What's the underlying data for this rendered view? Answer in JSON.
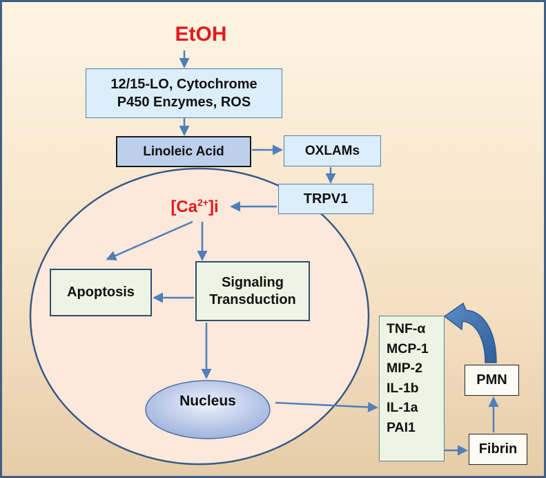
{
  "diagram": {
    "trigger": "EtOH",
    "enzymes": [
      "12/15-LO, Cytochrome",
      "P450 Enzymes, ROS"
    ],
    "linoleic_acid": "Linoleic Acid",
    "oxlams": "OXLAMs",
    "trpv1": "TRPV1",
    "calcium": {
      "base": "[Ca",
      "sup": "2+",
      "tail": "]i"
    },
    "signaling": [
      "Signaling",
      "Transduction"
    ],
    "apoptosis": "Apoptosis",
    "nucleus": "Nucleus",
    "cytokines": [
      "TNF-α",
      "MCP-1",
      "MIP-2",
      "IL-1b",
      "IL-1a",
      "PAI1"
    ],
    "pmn": "PMN",
    "fibrin": "Fibrin"
  },
  "colors": {
    "trigger_text": "#e5191b",
    "arrow": "#4f7fb8",
    "cell_fill": "#fde9dc",
    "cell_border": "#365a84",
    "box_fill": "#dceefa",
    "green_box_fill": "#eef4e4"
  }
}
